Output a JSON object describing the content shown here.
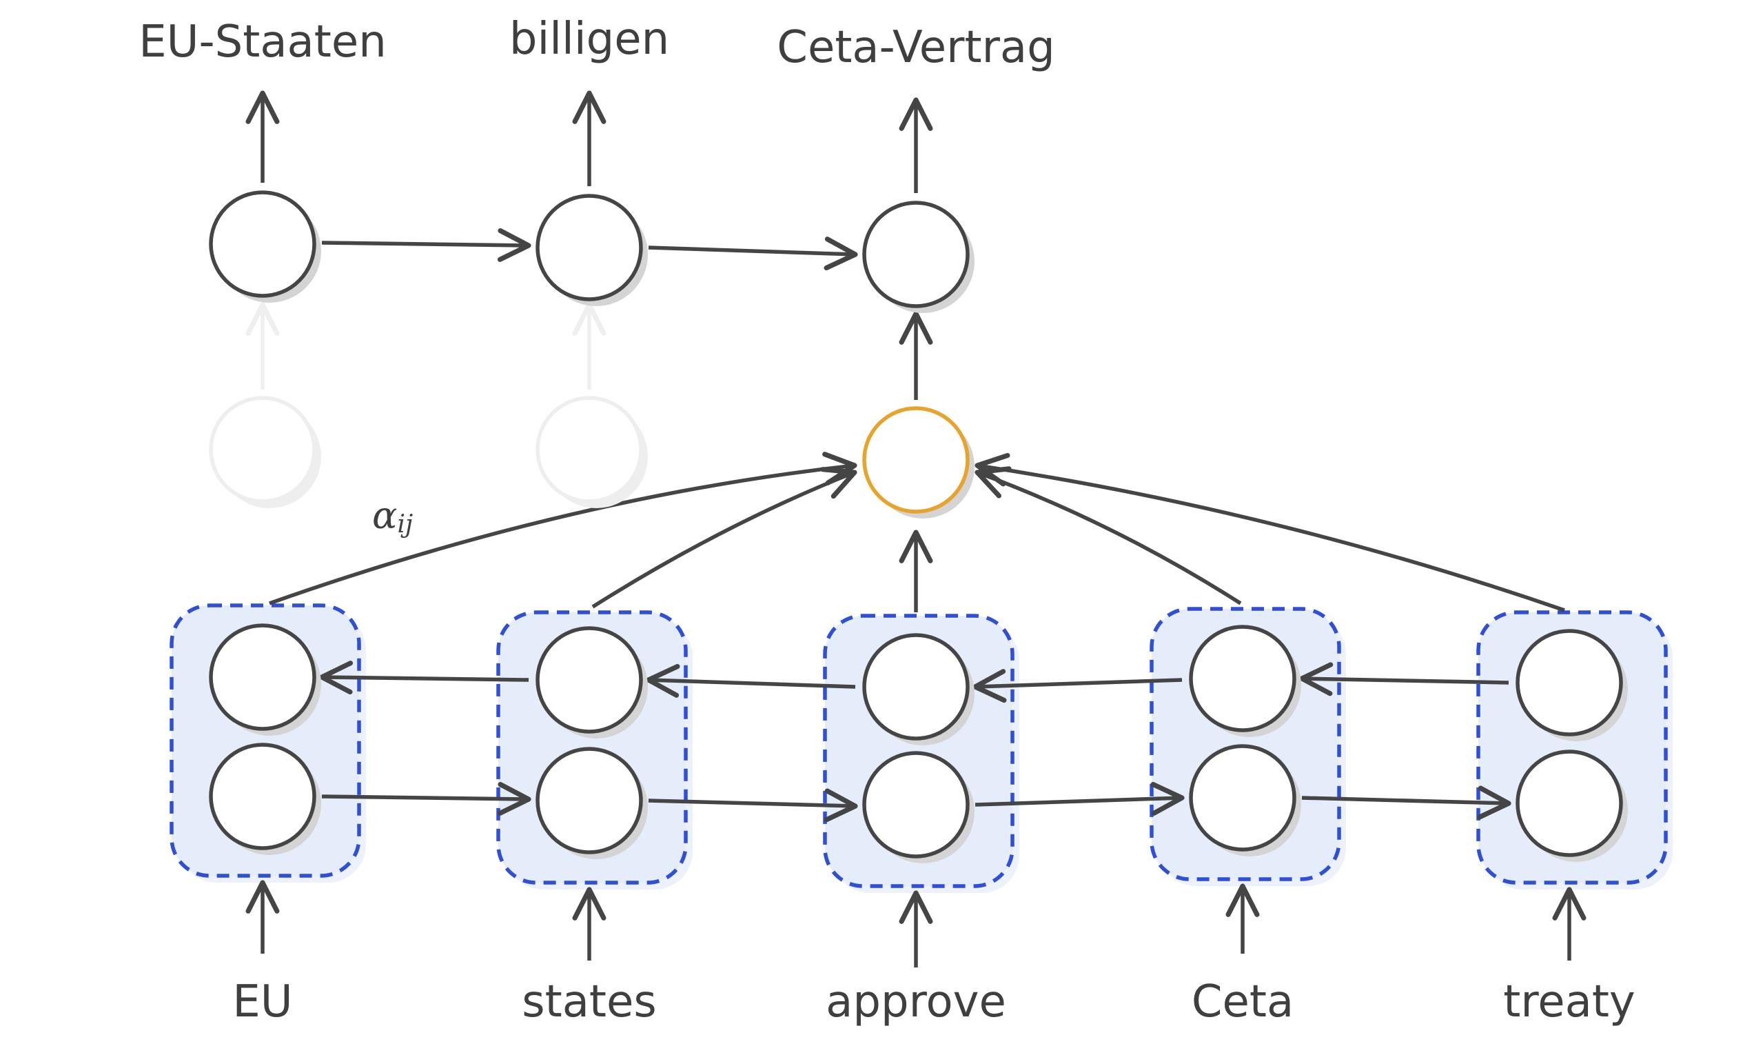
{
  "decoder": {
    "outputs": [
      "EU-Staaten",
      "billigen",
      "Ceta-Vertrag"
    ]
  },
  "attention": {
    "weight_label": "α",
    "weight_subscript": "ij"
  },
  "encoder": {
    "inputs": [
      "EU",
      "states",
      "approve",
      "Ceta",
      "treaty"
    ]
  },
  "colors": {
    "node_stroke": "#454545",
    "attention_node": "#e8a32a",
    "encoder_box_stroke": "#2e4fd6",
    "encoder_box_fill": "#e6edfa",
    "faded": "#eeeeee",
    "text": "#3f3f3f"
  }
}
